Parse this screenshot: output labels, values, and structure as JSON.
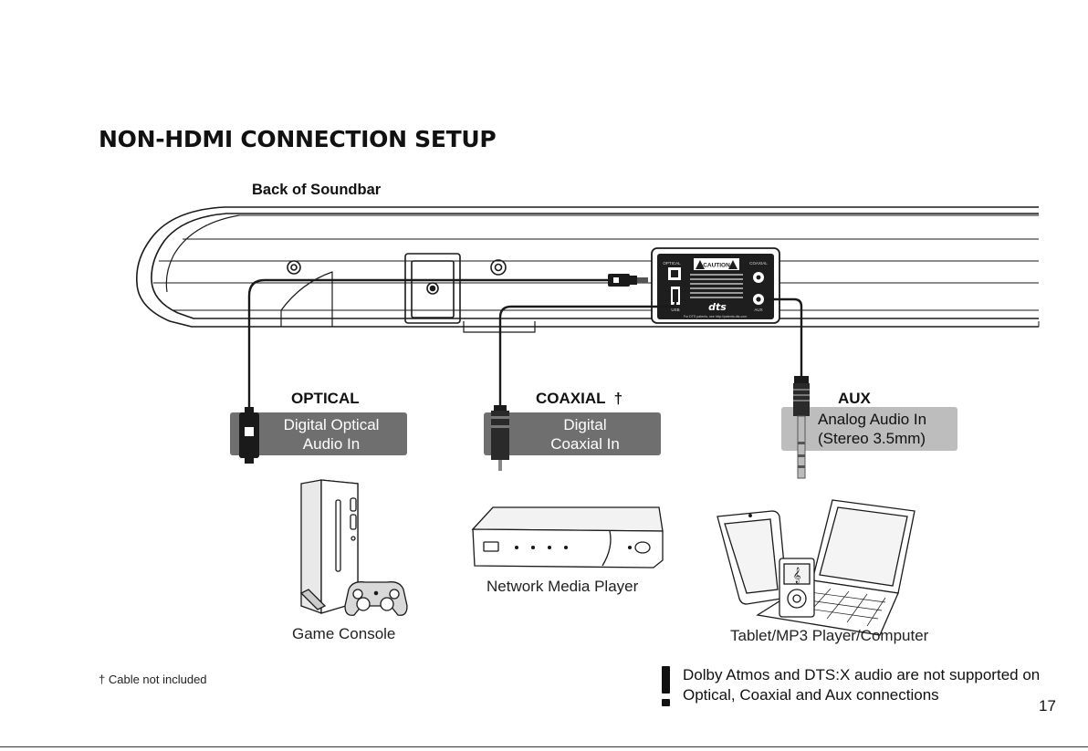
{
  "page": {
    "title": "NON-HDMI CONNECTION SETUP",
    "back_label": "Back of Soundbar",
    "page_number": "17"
  },
  "panel": {
    "optical_label": "OPTICAL",
    "coaxial_label": "COAXIAL",
    "aux_label": "AUX",
    "usb_label": "USB",
    "caution_label": "CAUTION",
    "patent_text": "For DTS patents, see http://patents.dts.com.",
    "dts_logo": "dts"
  },
  "connections": [
    {
      "name": "OPTICAL",
      "box_text": "Digital Optical\nAudio In",
      "device": "Game Console"
    },
    {
      "name": "COAXIAL  †",
      "box_text": "Digital\nCoaxial In",
      "device": "Network Media Player"
    },
    {
      "name": "AUX",
      "box_text": "Analog Audio In\n(Stereo 3.5mm)",
      "device": "Tablet/MP3 Player/Computer"
    }
  ],
  "footnote": "† Cable not included",
  "warning": {
    "icon": "exclamation-icon",
    "text": "Dolby Atmos and DTS:X audio are not supported on Optical, Coaxial and Aux connections"
  },
  "colors": {
    "dark_box": "#6f6f6f",
    "light_box": "#bdbdbd",
    "line": "#1a1a1a"
  }
}
